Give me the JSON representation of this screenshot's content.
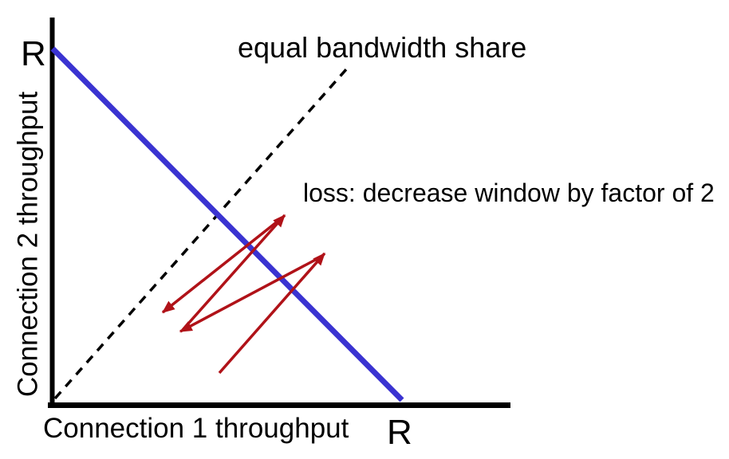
{
  "labels": {
    "y_axis_title": "Connection 2 throughput",
    "x_axis_title": "Connection 1 throughput",
    "y_max": "R",
    "x_max": "R",
    "equal_share": "equal bandwidth share",
    "loss_note": "loss: decrease window by factor of 2"
  },
  "colors": {
    "background": "#ffffff",
    "axis": "#000000",
    "full_line": "#3a33d1",
    "arrow": "#b01218",
    "text": "#000000"
  },
  "geometry": {
    "lines": [
      {
        "name": "y-axis",
        "from": [
          65.5,
          22
        ],
        "to": [
          65.5,
          511
        ],
        "color": "axis",
        "width": 6
      },
      {
        "name": "x-axis",
        "from": [
          60,
          508.5
        ],
        "to": [
          640,
          508.5
        ],
        "color": "axis",
        "width": 7
      },
      {
        "name": "equal-share-line",
        "from": [
          69,
          500
        ],
        "to": [
          435,
          86
        ],
        "color": "axis",
        "width": 3.5,
        "dash": "11 9"
      },
      {
        "name": "full-utilization-line",
        "from": [
          66,
          61
        ],
        "to": [
          504,
          502
        ],
        "color": "full_line",
        "width": 7
      },
      {
        "name": "trajectory-increase-1",
        "from": [
          275,
          468
        ],
        "to": [
          407,
          318
        ],
        "color": "arrow",
        "width": 3.5,
        "arrow": true
      },
      {
        "name": "trajectory-decrease-1",
        "from": [
          403,
          322
        ],
        "to": [
          226,
          416
        ],
        "color": "arrow",
        "width": 3.5,
        "arrow": true
      },
      {
        "name": "trajectory-increase-2",
        "from": [
          229,
          414
        ],
        "to": [
          357,
          270
        ],
        "color": "arrow",
        "width": 3.5,
        "arrow": true
      },
      {
        "name": "trajectory-decrease-2",
        "from": [
          354,
          273
        ],
        "to": [
          204,
          392
        ],
        "color": "arrow",
        "width": 3.5,
        "arrow": true
      }
    ]
  }
}
